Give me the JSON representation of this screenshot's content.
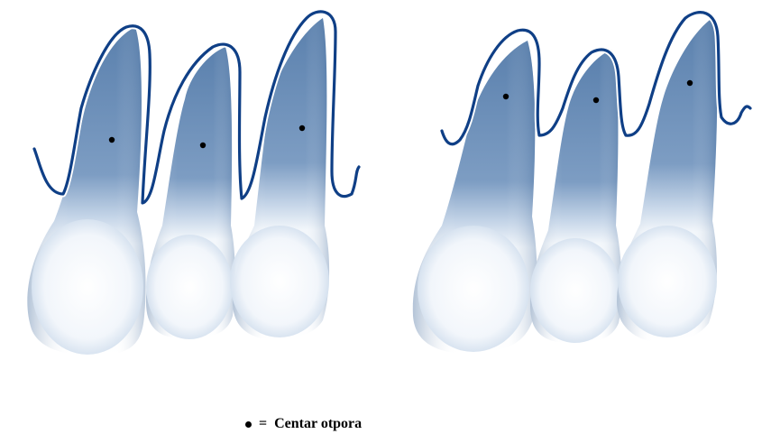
{
  "legend": {
    "symbol": "•",
    "equals": "=",
    "text": "Centar otpora"
  },
  "colors": {
    "root_dark": "#4e76a6",
    "root_light": "#c9d8ea",
    "crown_light": "#ffffff",
    "crown_shade": "#dde8f3",
    "bone_outline": "#0f3f86",
    "center_dot": "#000000"
  },
  "panels": [
    {
      "label": "",
      "bone_level": "normal",
      "teeth": 3,
      "center_of_resistance_marked": true
    },
    {
      "label": "",
      "bone_level": "reduced",
      "teeth": 3,
      "center_of_resistance_marked": true
    }
  ]
}
